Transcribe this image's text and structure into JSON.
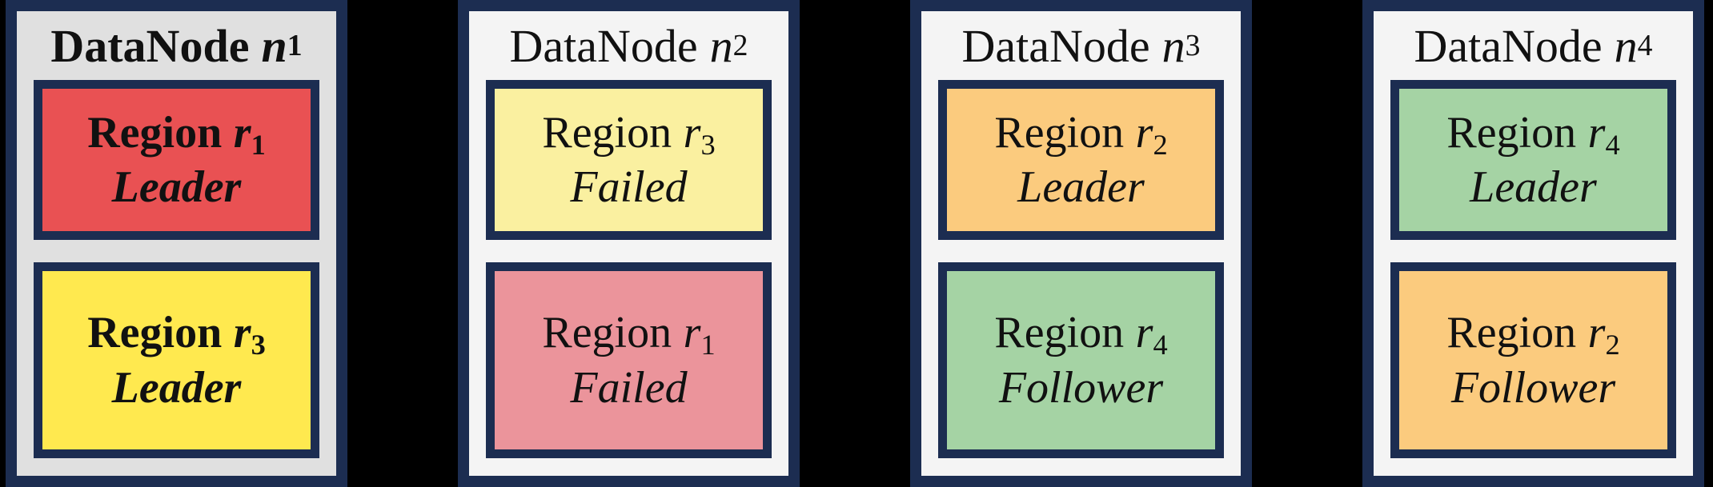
{
  "diagram": {
    "background_color": "#000000",
    "border_color": "#1C2D51",
    "nodes": [
      {
        "title_prefix": "DataNode",
        "variable": "n",
        "subscript": "1",
        "emphasized": true,
        "interior_color": "#E0E0E0",
        "regions": [
          {
            "label_prefix": "Region",
            "variable": "r",
            "subscript": "1",
            "state": "Leader",
            "color": "#E95153"
          },
          {
            "label_prefix": "Region",
            "variable": "r",
            "subscript": "3",
            "state": "Leader",
            "color": "#FFE94F"
          }
        ]
      },
      {
        "title_prefix": "DataNode",
        "variable": "n",
        "subscript": "2",
        "emphasized": false,
        "interior_color": "#F4F4F4",
        "regions": [
          {
            "label_prefix": "Region",
            "variable": "r",
            "subscript": "3",
            "state": "Failed",
            "color": "#FAF0A0"
          },
          {
            "label_prefix": "Region",
            "variable": "r",
            "subscript": "1",
            "state": "Failed",
            "color": "#EB949B"
          }
        ]
      },
      {
        "title_prefix": "DataNode",
        "variable": "n",
        "subscript": "3",
        "emphasized": false,
        "interior_color": "#F4F4F4",
        "regions": [
          {
            "label_prefix": "Region",
            "variable": "r",
            "subscript": "2",
            "state": "Leader",
            "color": "#FBCB7E"
          },
          {
            "label_prefix": "Region",
            "variable": "r",
            "subscript": "4",
            "state": "Follower",
            "color": "#A5D3A4"
          }
        ]
      },
      {
        "title_prefix": "DataNode",
        "variable": "n",
        "subscript": "4",
        "emphasized": false,
        "interior_color": "#F4F4F4",
        "regions": [
          {
            "label_prefix": "Region",
            "variable": "r",
            "subscript": "4",
            "state": "Leader",
            "color": "#A5D3A4"
          },
          {
            "label_prefix": "Region",
            "variable": "r",
            "subscript": "2",
            "state": "Follower",
            "color": "#FBCB7E"
          }
        ]
      }
    ]
  }
}
